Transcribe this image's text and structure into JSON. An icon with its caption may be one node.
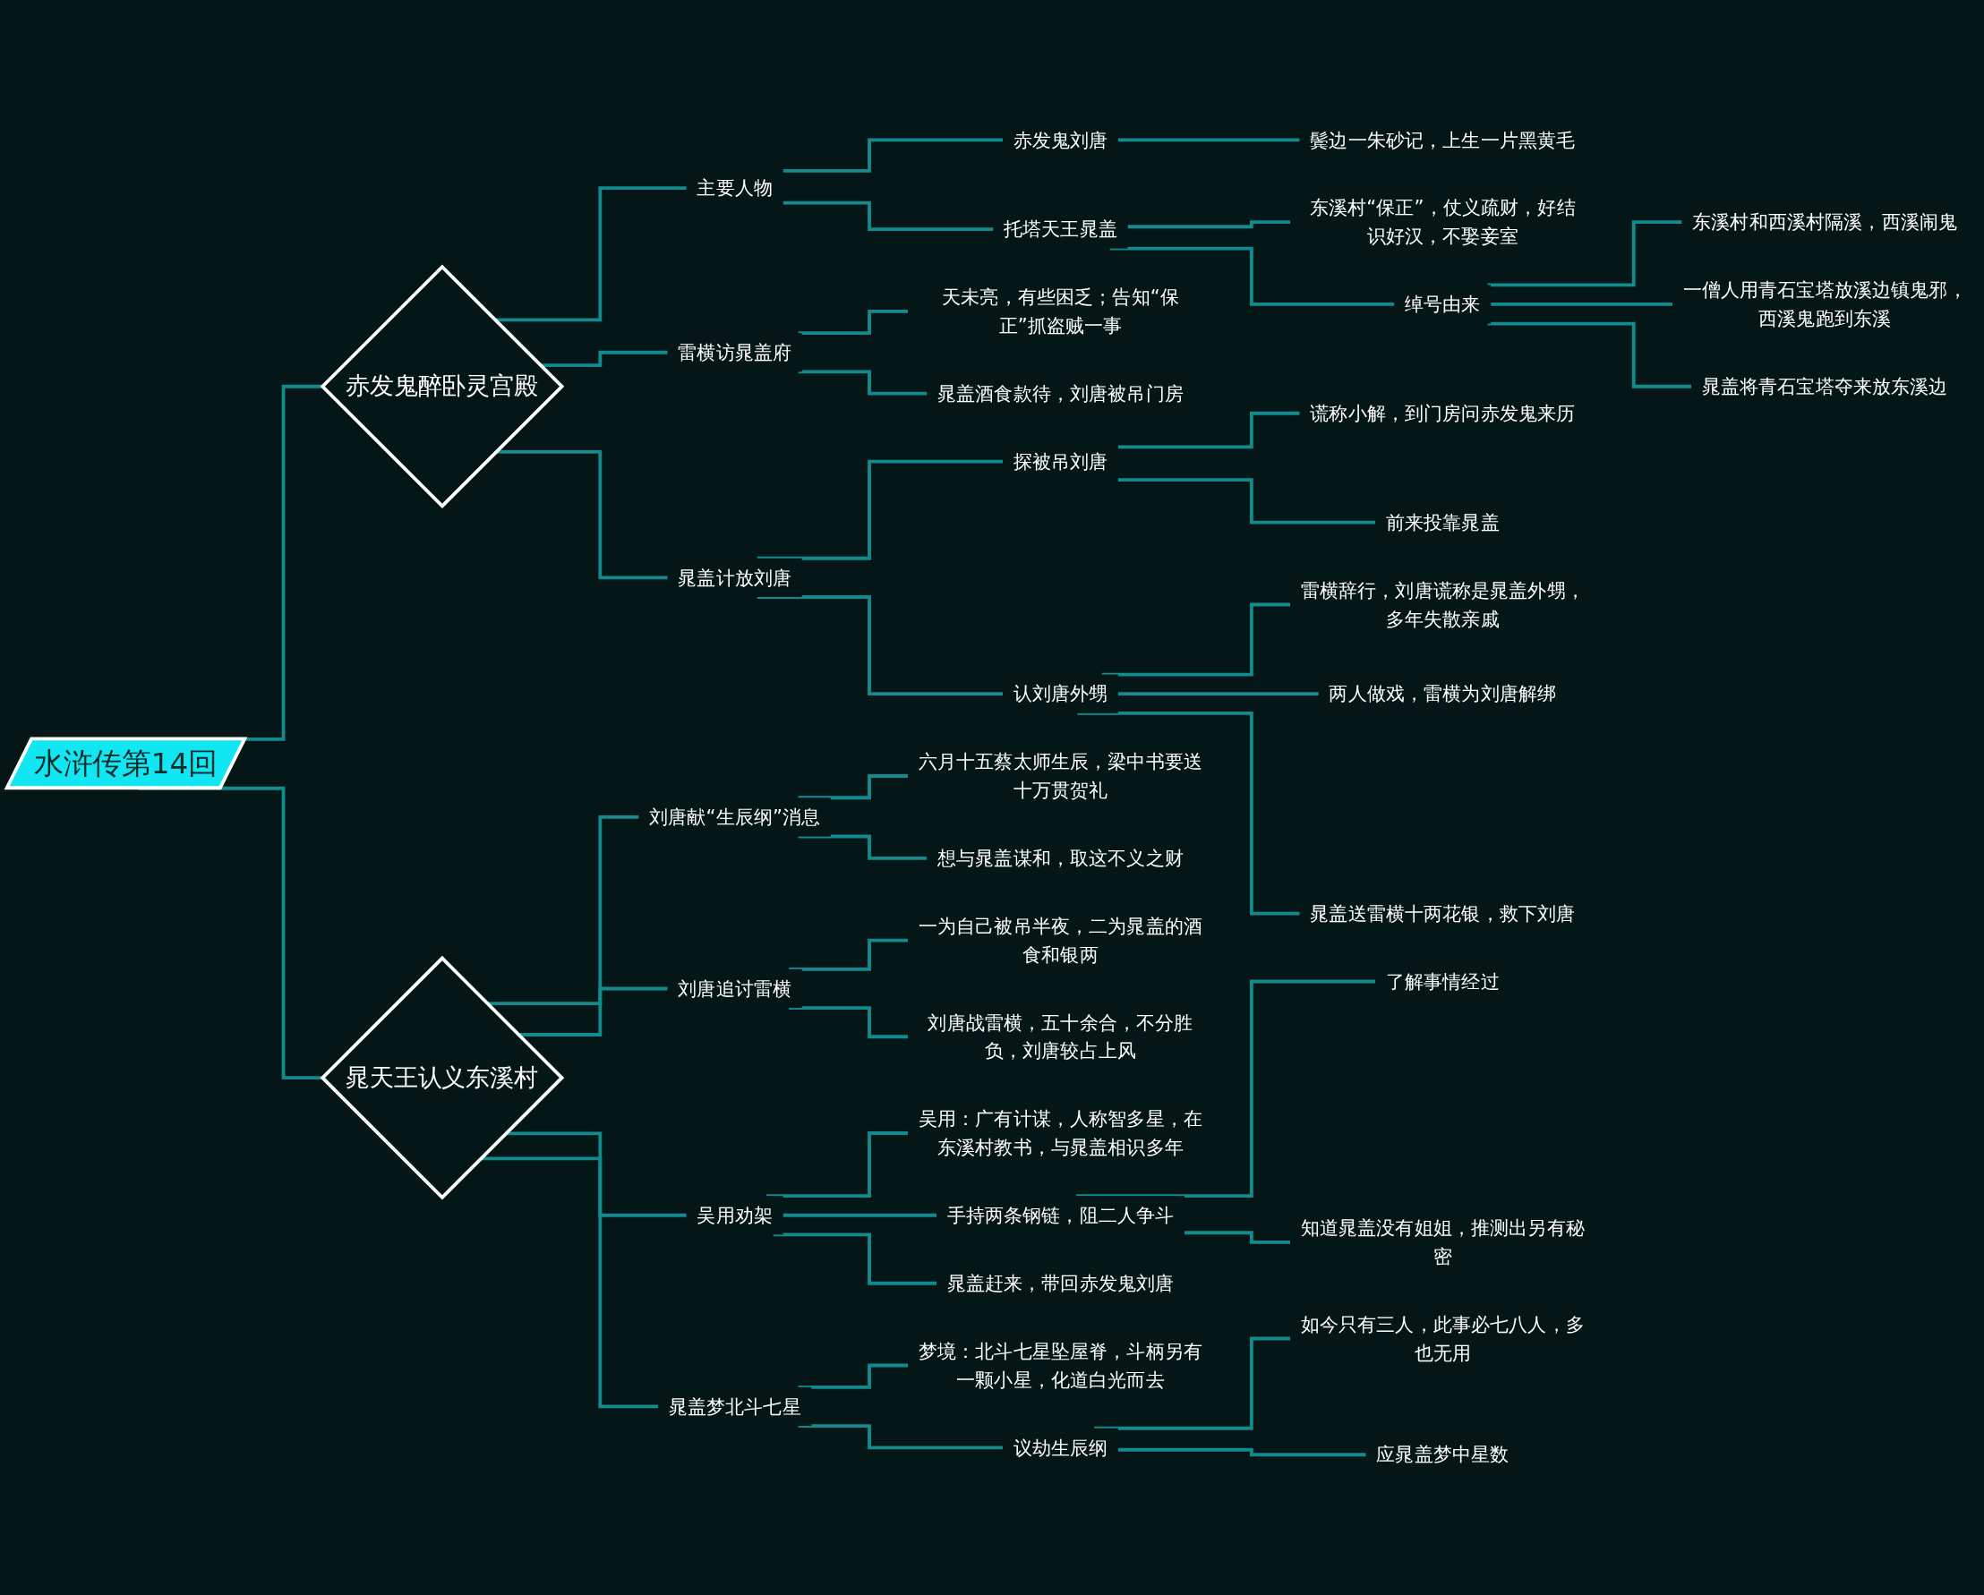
{
  "diagram": {
    "nodes": [
      {
        "text": [
          "水浒传第14回"
        ]
      },
      {
        "text": [
          "赤发鬼醉卧灵宫殿"
        ]
      },
      {
        "text": [
          "主要人物"
        ]
      },
      {
        "text": [
          "赤发鬼刘唐"
        ]
      },
      {
        "text": [
          "鬓边一朱砂记，上生一片黑黄毛"
        ]
      },
      {
        "text": [
          "托塔天王晁盖"
        ]
      },
      {
        "text": [
          "东溪村“保正”，仗义疏财，好结识好汉，不娶妾室"
        ]
      },
      {
        "text": [
          "绰号由来"
        ]
      },
      {
        "text": [
          "东溪村和西溪村隔溪，西溪闹鬼"
        ]
      },
      {
        "text": [
          "一僧人用青石宝塔放溪边镇鬼邪，西溪鬼跑到东溪"
        ]
      },
      {
        "text": [
          "晁盖将青石宝塔夺来放东溪边"
        ]
      },
      {
        "text": [
          "雷横访晁盖府"
        ]
      },
      {
        "text": [
          "天未亮，有些困乏；告知“保正”抓盗贼一事"
        ]
      },
      {
        "text": [
          "晁盖酒食款待，刘唐被吊门房"
        ]
      },
      {
        "text": [
          "晁盖计放刘唐"
        ]
      },
      {
        "text": [
          "探被吊刘唐"
        ]
      },
      {
        "text": [
          "谎称小解，到门房问赤发鬼来历"
        ]
      },
      {
        "text": [
          "前来投靠晁盖"
        ]
      },
      {
        "text": [
          "认刘唐外甥"
        ]
      },
      {
        "text": [
          "雷横辞行，刘唐谎称是晁盖外甥，多年失散亲戚"
        ]
      },
      {
        "text": [
          "两人做戏，雷横为刘唐解绑"
        ]
      },
      {
        "text": [
          "晁盖送雷横十两花银，救下刘唐"
        ]
      },
      {
        "text": [
          "晁天王认义东溪村"
        ]
      },
      {
        "text": [
          "刘唐献“生辰纲”消息"
        ]
      },
      {
        "text": [
          "六月十五蔡太师生辰，梁中书要送十万贯贺礼"
        ]
      },
      {
        "text": [
          "想与晁盖谋和，取这不义之财"
        ]
      },
      {
        "text": [
          "刘唐追讨雷横"
        ]
      },
      {
        "text": [
          "一为自己被吊半夜，二为晁盖的酒食和银两"
        ]
      },
      {
        "text": [
          "刘唐战雷横，五十余合，不分胜负，刘唐较占上风"
        ]
      },
      {
        "text": [
          "吴用劝架"
        ]
      },
      {
        "text": [
          "吴用：广有计谋，人称智多星，在东溪村教书，与晁盖相识多年"
        ]
      },
      {
        "text": [
          "手持两条钢链，阻二人争斗"
        ]
      },
      {
        "text": [
          "了解事情经过"
        ]
      },
      {
        "text": [
          "知道晁盖没有姐姐，推测出另有秘密"
        ]
      },
      {
        "text": [
          "晁盖赶来，带回赤发鬼刘唐"
        ]
      },
      {
        "text": [
          "晁盖梦北斗七星"
        ]
      },
      {
        "text": [
          "梦境：北斗七星坠屋脊，斗柄另有一颗小星，化道白光而去"
        ]
      },
      {
        "text": [
          "议劫生辰纲"
        ]
      },
      {
        "text": [
          "如今只有三人，此事必七八人，多也无用"
        ]
      },
      {
        "text": [
          "应晁盖梦中星数"
        ]
      }
    ],
    "edges": [
      {
        "from": 0,
        "to": 1,
        "arrow": "none"
      },
      {
        "from": 1,
        "to": 2,
        "arrow": "none"
      },
      {
        "from": 2,
        "to": 3,
        "arrow": "none"
      },
      {
        "from": 3,
        "to": 4,
        "arrow": "none"
      },
      {
        "from": 2,
        "to": 5,
        "arrow": "none"
      },
      {
        "from": 5,
        "to": 6,
        "arrow": "none"
      },
      {
        "from": 5,
        "to": 7,
        "arrow": "none"
      },
      {
        "from": 7,
        "to": 8,
        "arrow": "none"
      },
      {
        "from": 7,
        "to": 9,
        "arrow": "none"
      },
      {
        "from": 7,
        "to": 10,
        "arrow": "none"
      },
      {
        "from": 1,
        "to": 11,
        "arrow": "none"
      },
      {
        "from": 11,
        "to": 12,
        "arrow": "none"
      },
      {
        "from": 11,
        "to": 13,
        "arrow": "none"
      },
      {
        "from": 1,
        "to": 14,
        "arrow": "none"
      },
      {
        "from": 14,
        "to": 15,
        "arrow": "none"
      },
      {
        "from": 15,
        "to": 16,
        "arrow": "none"
      },
      {
        "from": 15,
        "to": 17,
        "arrow": "none"
      },
      {
        "from": 14,
        "to": 18,
        "arrow": "none"
      },
      {
        "from": 18,
        "to": 19,
        "arrow": "none"
      },
      {
        "from": 18,
        "to": 20,
        "arrow": "none"
      },
      {
        "from": 18,
        "to": 21,
        "arrow": "none"
      },
      {
        "from": 0,
        "to": 22,
        "arrow": "none"
      },
      {
        "from": 22,
        "to": 23,
        "arrow": "none"
      },
      {
        "from": 23,
        "to": 24,
        "arrow": "none"
      },
      {
        "from": 23,
        "to": 25,
        "arrow": "none"
      },
      {
        "from": 22,
        "to": 26,
        "arrow": "none"
      },
      {
        "from": 26,
        "to": 27,
        "arrow": "none"
      },
      {
        "from": 26,
        "to": 28,
        "arrow": "none"
      },
      {
        "from": 22,
        "to": 29,
        "arrow": "none"
      },
      {
        "from": 29,
        "to": 30,
        "arrow": "none"
      },
      {
        "from": 29,
        "to": 31,
        "arrow": "none"
      },
      {
        "from": 31,
        "to": 32,
        "arrow": "none"
      },
      {
        "from": 31,
        "to": 33,
        "arrow": "none"
      },
      {
        "from": 29,
        "to": 34,
        "arrow": "none"
      },
      {
        "from": 22,
        "to": 35,
        "arrow": "none"
      },
      {
        "from": 35,
        "to": 36,
        "arrow": "none"
      },
      {
        "from": 35,
        "to": 37,
        "arrow": "none"
      },
      {
        "from": 37,
        "to": 38,
        "arrow": "none"
      },
      {
        "from": 37,
        "to": 39,
        "arrow": "none"
      }
    ]
  }
}
